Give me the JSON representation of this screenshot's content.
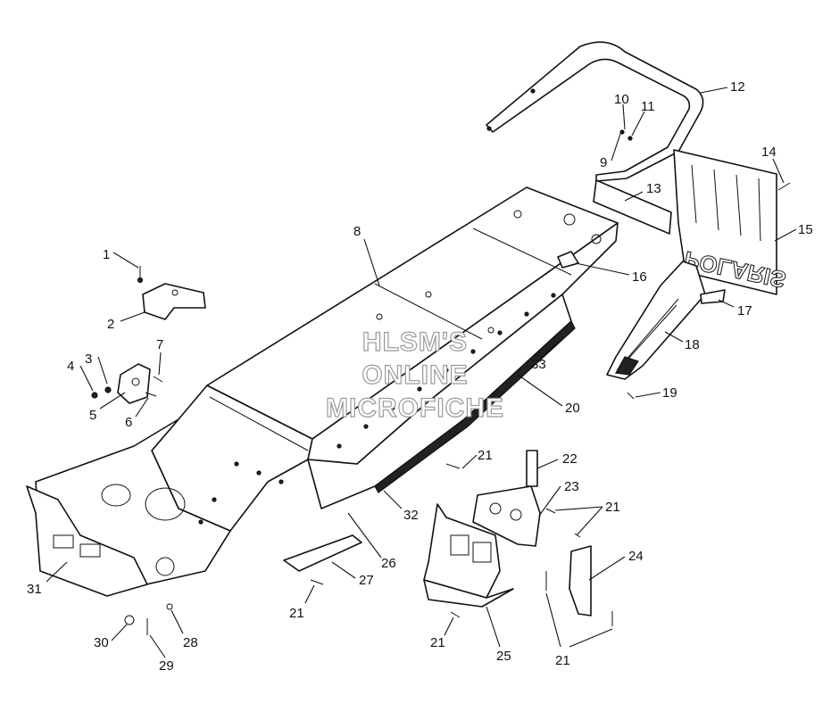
{
  "watermark": {
    "line1": "HLSM'S",
    "line2": "ONLINE",
    "line3": "MICROFICHE"
  },
  "callouts": [
    "1",
    "2",
    "3",
    "4",
    "5",
    "6",
    "7",
    "8",
    "9",
    "10",
    "11",
    "12",
    "13",
    "14",
    "15",
    "16",
    "17",
    "18",
    "19",
    "20",
    "21",
    "22",
    "23",
    "24",
    "25",
    "26",
    "27",
    "28",
    "29",
    "30",
    "31",
    "32",
    "33"
  ],
  "extra_callouts": {
    "twenty_one": "21"
  },
  "decal_text": "POLARIS"
}
